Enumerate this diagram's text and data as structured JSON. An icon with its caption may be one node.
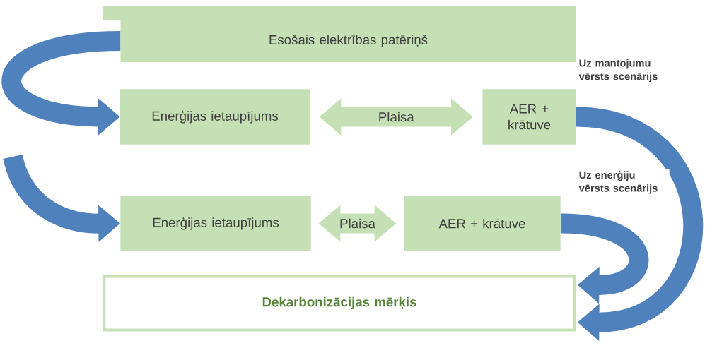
{
  "diagram": {
    "nodes": [
      {
        "text": [
          "Esošais elektrības patēriņš"
        ]
      },
      {
        "text": [
          "Enerģijas ietaupījums"
        ]
      },
      {
        "text": [
          "AER + krātuve"
        ]
      },
      {
        "text": [
          "Enerģijas ietaupījums"
        ]
      },
      {
        "text": [
          "AER + krātuve"
        ]
      },
      {
        "text": [
          "Dekarbonizācijas mērķis"
        ]
      }
    ],
    "edges": [
      {
        "from": 0,
        "to": 1,
        "arrow": "to"
      },
      {
        "from": null,
        "to": 3,
        "arrow": "to"
      },
      {
        "from": 1,
        "to": 2,
        "arrow": "both",
        "label": "Plaisa",
        "color": "#c5e0b4"
      },
      {
        "from": 3,
        "to": 4,
        "arrow": "both",
        "label": "Plaisa",
        "color": "#c5e0b4"
      },
      {
        "from": 2,
        "to": 5,
        "arrow": "to",
        "label": "Uz mantojumu vērsts scenārijs"
      },
      {
        "from": 4,
        "to": 5,
        "arrow": "to",
        "label": "Uz enerģiju vērsts scenārijs"
      }
    ]
  }
}
